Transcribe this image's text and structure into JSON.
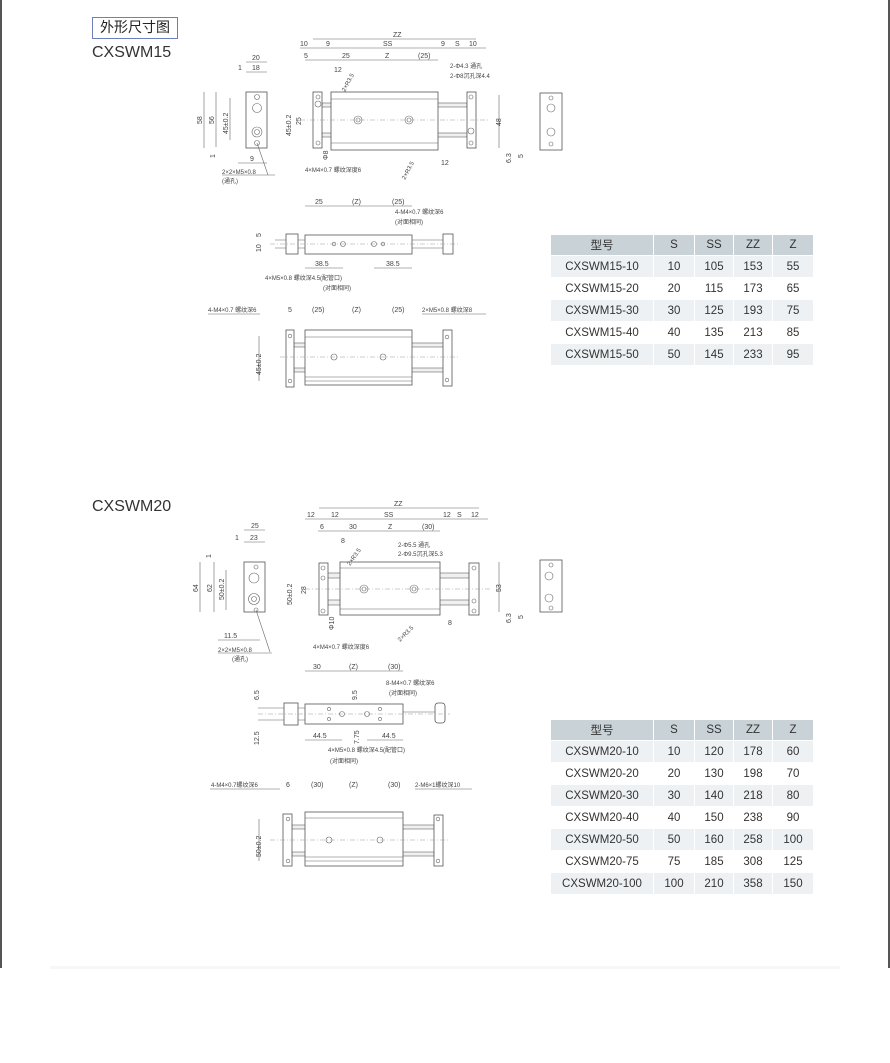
{
  "header": {
    "title": "外形尺寸图"
  },
  "sections": [
    {
      "title": "CXSWM15",
      "side": [
        "20",
        "1",
        "18",
        "58",
        "56",
        "45±0.2",
        "1",
        "9",
        "2×2×M5×0.8",
        "(通孔)"
      ],
      "front": [
        "ZZ",
        "10",
        "9",
        "SS",
        "9",
        "S",
        "10",
        "5",
        "25",
        "Z",
        "(25)",
        "12",
        "2×R3.5",
        "2-Φ4.3 通孔",
        "2-Φ8沉孔深4.4",
        "45±0.2",
        "25",
        "Φ8",
        "4×M4×0.7 螺纹深度6",
        "2×R3.5",
        "12",
        "48",
        "6.3",
        "5"
      ],
      "top": [
        "25",
        "(Z)",
        "(25)",
        "4-M4×0.7 螺纹深6",
        "(对面相同)",
        "5",
        "10",
        "38.5",
        "38.5",
        "4×M5×0.8 螺纹深4.5(配管口)",
        "(对面相同)"
      ],
      "bottom": [
        "4-M4×0.7 螺纹深6",
        "5",
        "(25)",
        "(Z)",
        "(25)",
        "2×M5×0.8 螺纹深8",
        "45±0.2"
      ],
      "table": {
        "headers": [
          "型号",
          "S",
          "SS",
          "ZZ",
          "Z"
        ],
        "rows": [
          [
            "CXSWM15-10",
            "10",
            "105",
            "153",
            "55"
          ],
          [
            "CXSWM15-20",
            "20",
            "115",
            "173",
            "65"
          ],
          [
            "CXSWM15-30",
            "30",
            "125",
            "193",
            "75"
          ],
          [
            "CXSWM15-40",
            "40",
            "135",
            "213",
            "85"
          ],
          [
            "CXSWM15-50",
            "50",
            "145",
            "233",
            "95"
          ]
        ]
      }
    },
    {
      "title": "CXSWM20",
      "side": [
        "25",
        "1",
        "23",
        "1",
        "64",
        "62",
        "50±0.2",
        "11.5",
        "2×2×M5×0.8",
        "(通孔)"
      ],
      "front": [
        "ZZ",
        "12",
        "12",
        "SS",
        "12",
        "S",
        "12",
        "6",
        "30",
        "Z",
        "(30)",
        "8",
        "2×R3.5",
        "2-Φ5.5 通孔",
        "2-Φ9.5沉孔深5.3",
        "50±0.2",
        "28",
        "Φ10",
        "4×M4×0.7 螺纹深度6",
        "2×R3.5",
        "8",
        "53",
        "6.3",
        "5"
      ],
      "top": [
        "30",
        "(Z)",
        "(30)",
        "8-M4×0.7 螺纹深6",
        "(对面相同)",
        "6.5",
        "9.5",
        "12.5",
        "7.75",
        "44.5",
        "44.5",
        "4×M5×0.8 螺纹深4.5(配管口)",
        "(对面相同)"
      ],
      "bottom": [
        "4-M4×0.7螺纹深6",
        "6",
        "(30)",
        "(Z)",
        "(30)",
        "2-M6×1螺纹深10",
        "50±0.2"
      ],
      "table": {
        "headers": [
          "型号",
          "S",
          "SS",
          "ZZ",
          "Z"
        ],
        "rows": [
          [
            "CXSWM20-10",
            "10",
            "120",
            "178",
            "60"
          ],
          [
            "CXSWM20-20",
            "20",
            "130",
            "198",
            "70"
          ],
          [
            "CXSWM20-30",
            "30",
            "140",
            "218",
            "80"
          ],
          [
            "CXSWM20-40",
            "40",
            "150",
            "238",
            "90"
          ],
          [
            "CXSWM20-50",
            "50",
            "160",
            "258",
            "100"
          ],
          [
            "CXSWM20-75",
            "75",
            "185",
            "308",
            "125"
          ],
          [
            "CXSWM20-100",
            "100",
            "210",
            "358",
            "150"
          ]
        ]
      }
    }
  ]
}
